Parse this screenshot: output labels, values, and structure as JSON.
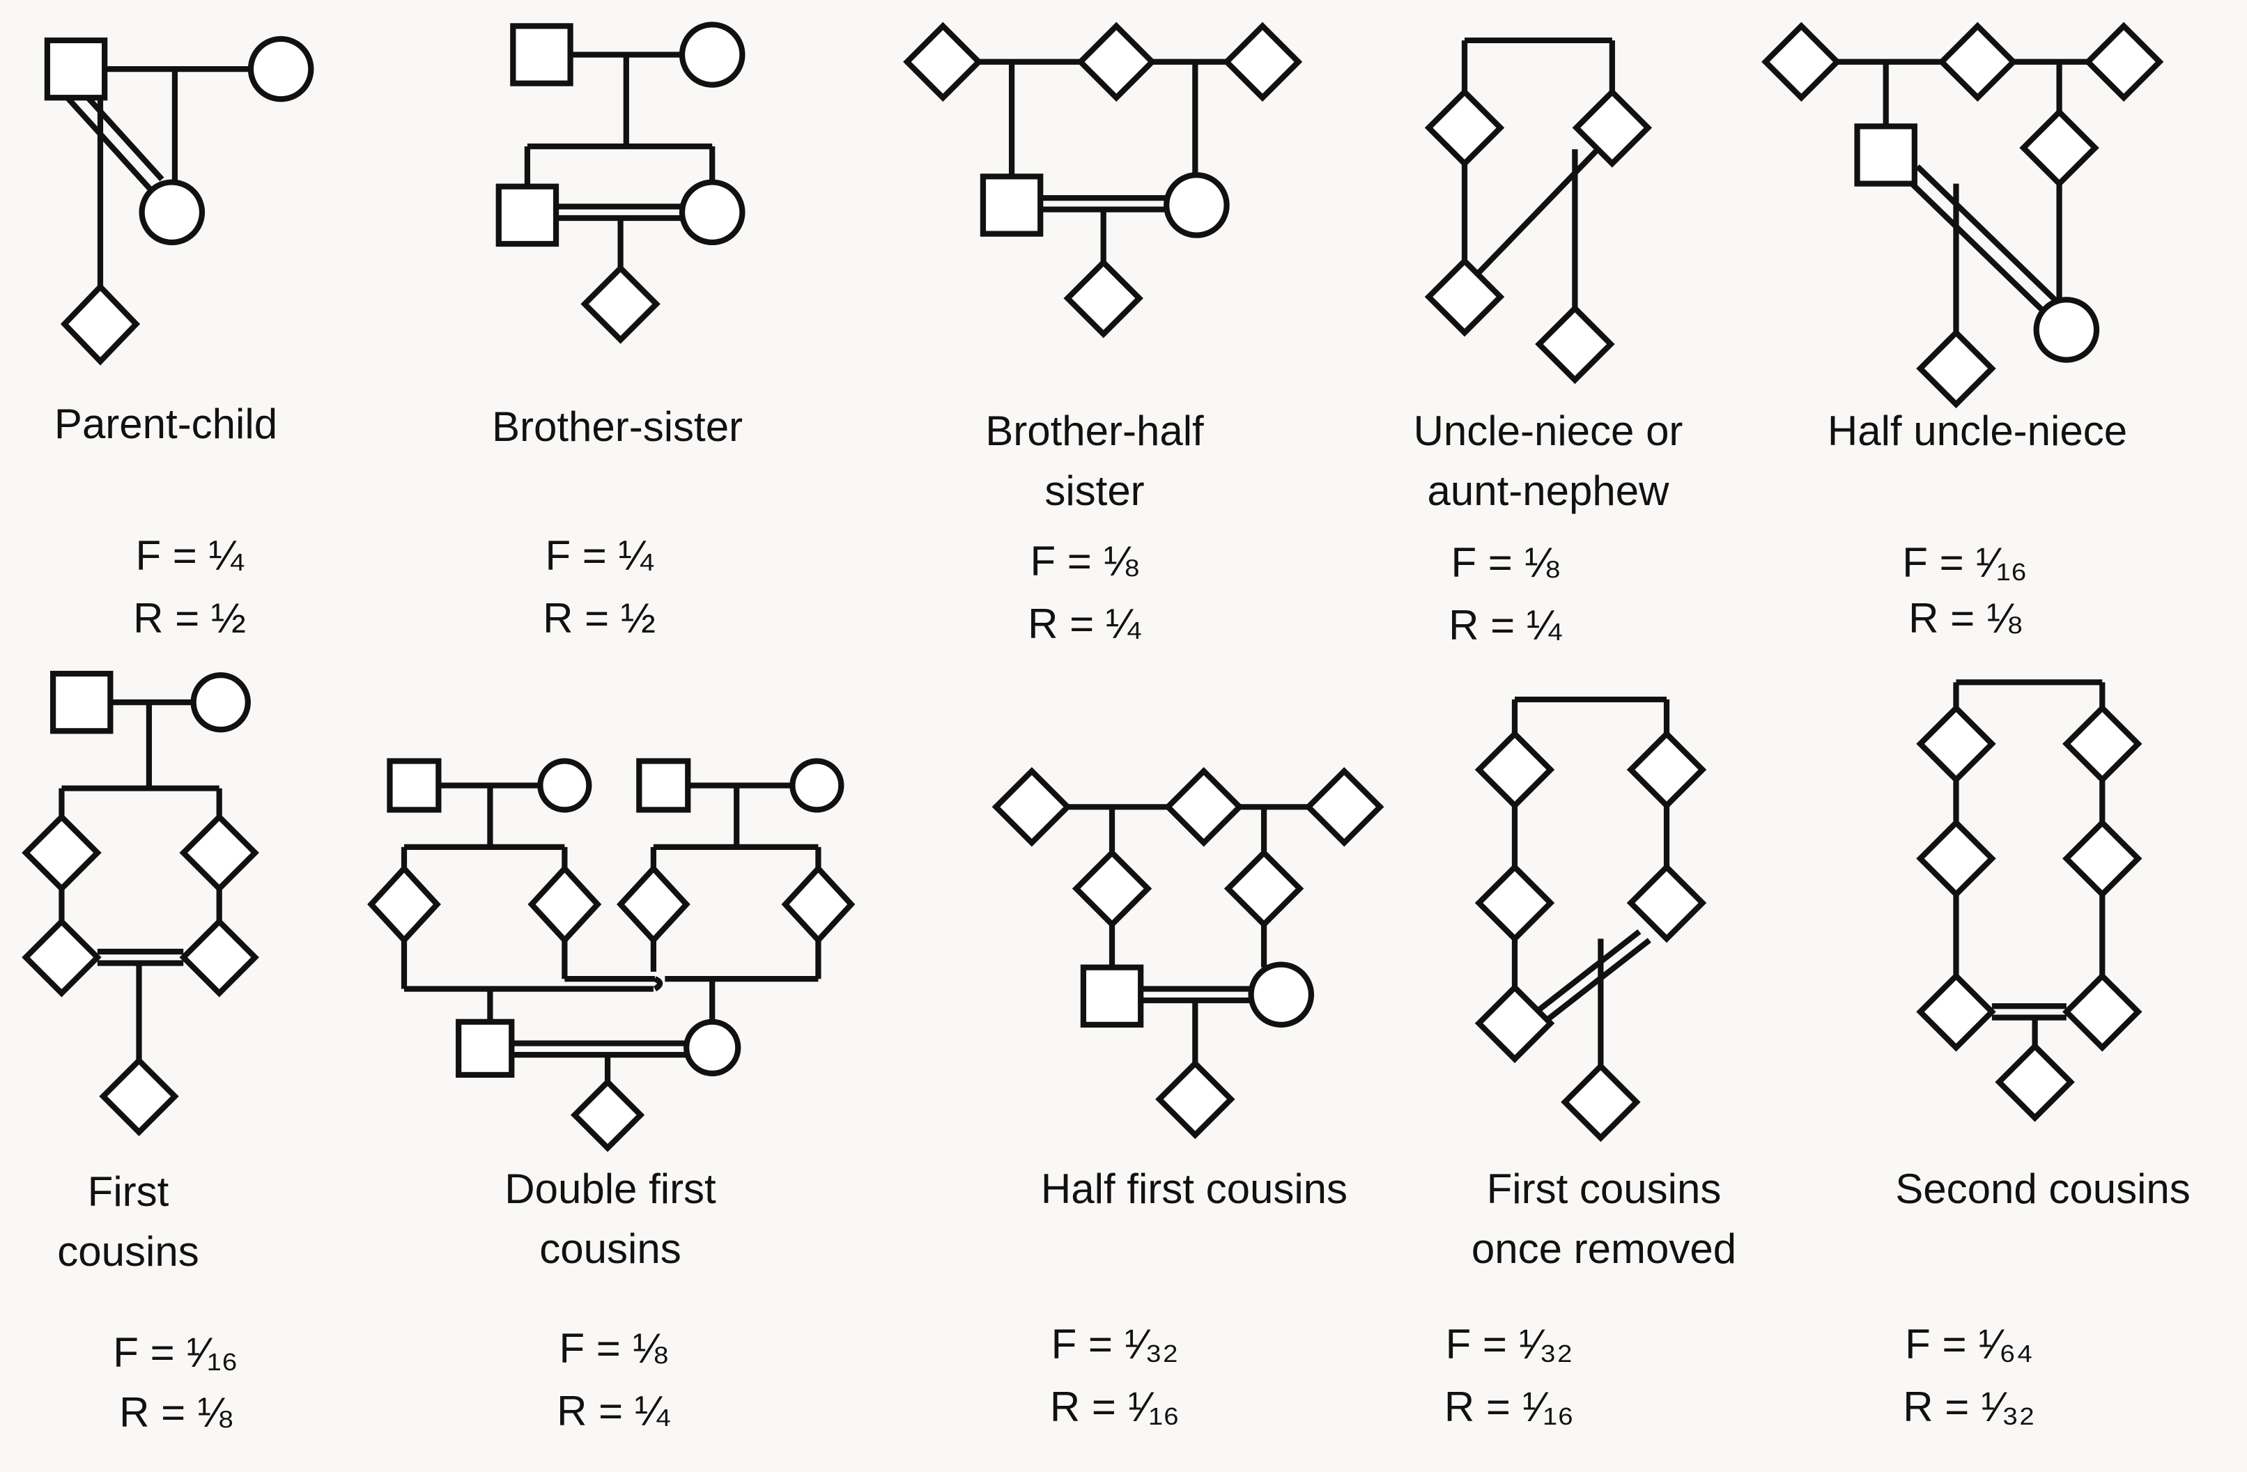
{
  "panels": [
    {
      "id": "parent-child",
      "title": "Parent-child",
      "F": "F = ¼",
      "R": "R = ½"
    },
    {
      "id": "brother-sister",
      "title": "Brother-sister",
      "F": "F = ¼",
      "R": "R = ½"
    },
    {
      "id": "brother-half-sister",
      "title": "Brother-half\nsister",
      "F": "F = ⅛",
      "R": "R = ¼"
    },
    {
      "id": "uncle-niece",
      "title": "Uncle-niece or\naunt-nephew",
      "F": "F = ⅛",
      "R": "R = ¼"
    },
    {
      "id": "half-uncle-niece",
      "title": "Half uncle-niece",
      "F": "F = ¹⁄₁₆",
      "R": "R = ⅛"
    },
    {
      "id": "first-cousins",
      "title": "First\ncousins",
      "F": "F = ¹⁄₁₆",
      "R": "R = ⅛"
    },
    {
      "id": "double-first-cousins",
      "title": "Double first\ncousins",
      "F": "F = ⅛",
      "R": "R = ¼"
    },
    {
      "id": "half-first-cousins",
      "title": "Half first cousins",
      "F": "F = ¹⁄₃₂",
      "R": "R = ¹⁄₁₆"
    },
    {
      "id": "first-cousins-once-removed",
      "title": "First cousins\nonce removed",
      "F": "F = ¹⁄₃₂",
      "R": "R = ¹⁄₁₆"
    },
    {
      "id": "second-cousins",
      "title": "Second cousins",
      "F": "F = ¹⁄₆₄",
      "R": "R = ¹⁄₃₂"
    }
  ],
  "symbols": {
    "male": "square",
    "female": "circle",
    "unspecified": "diamond",
    "consanguineous_mating": "double-line"
  }
}
